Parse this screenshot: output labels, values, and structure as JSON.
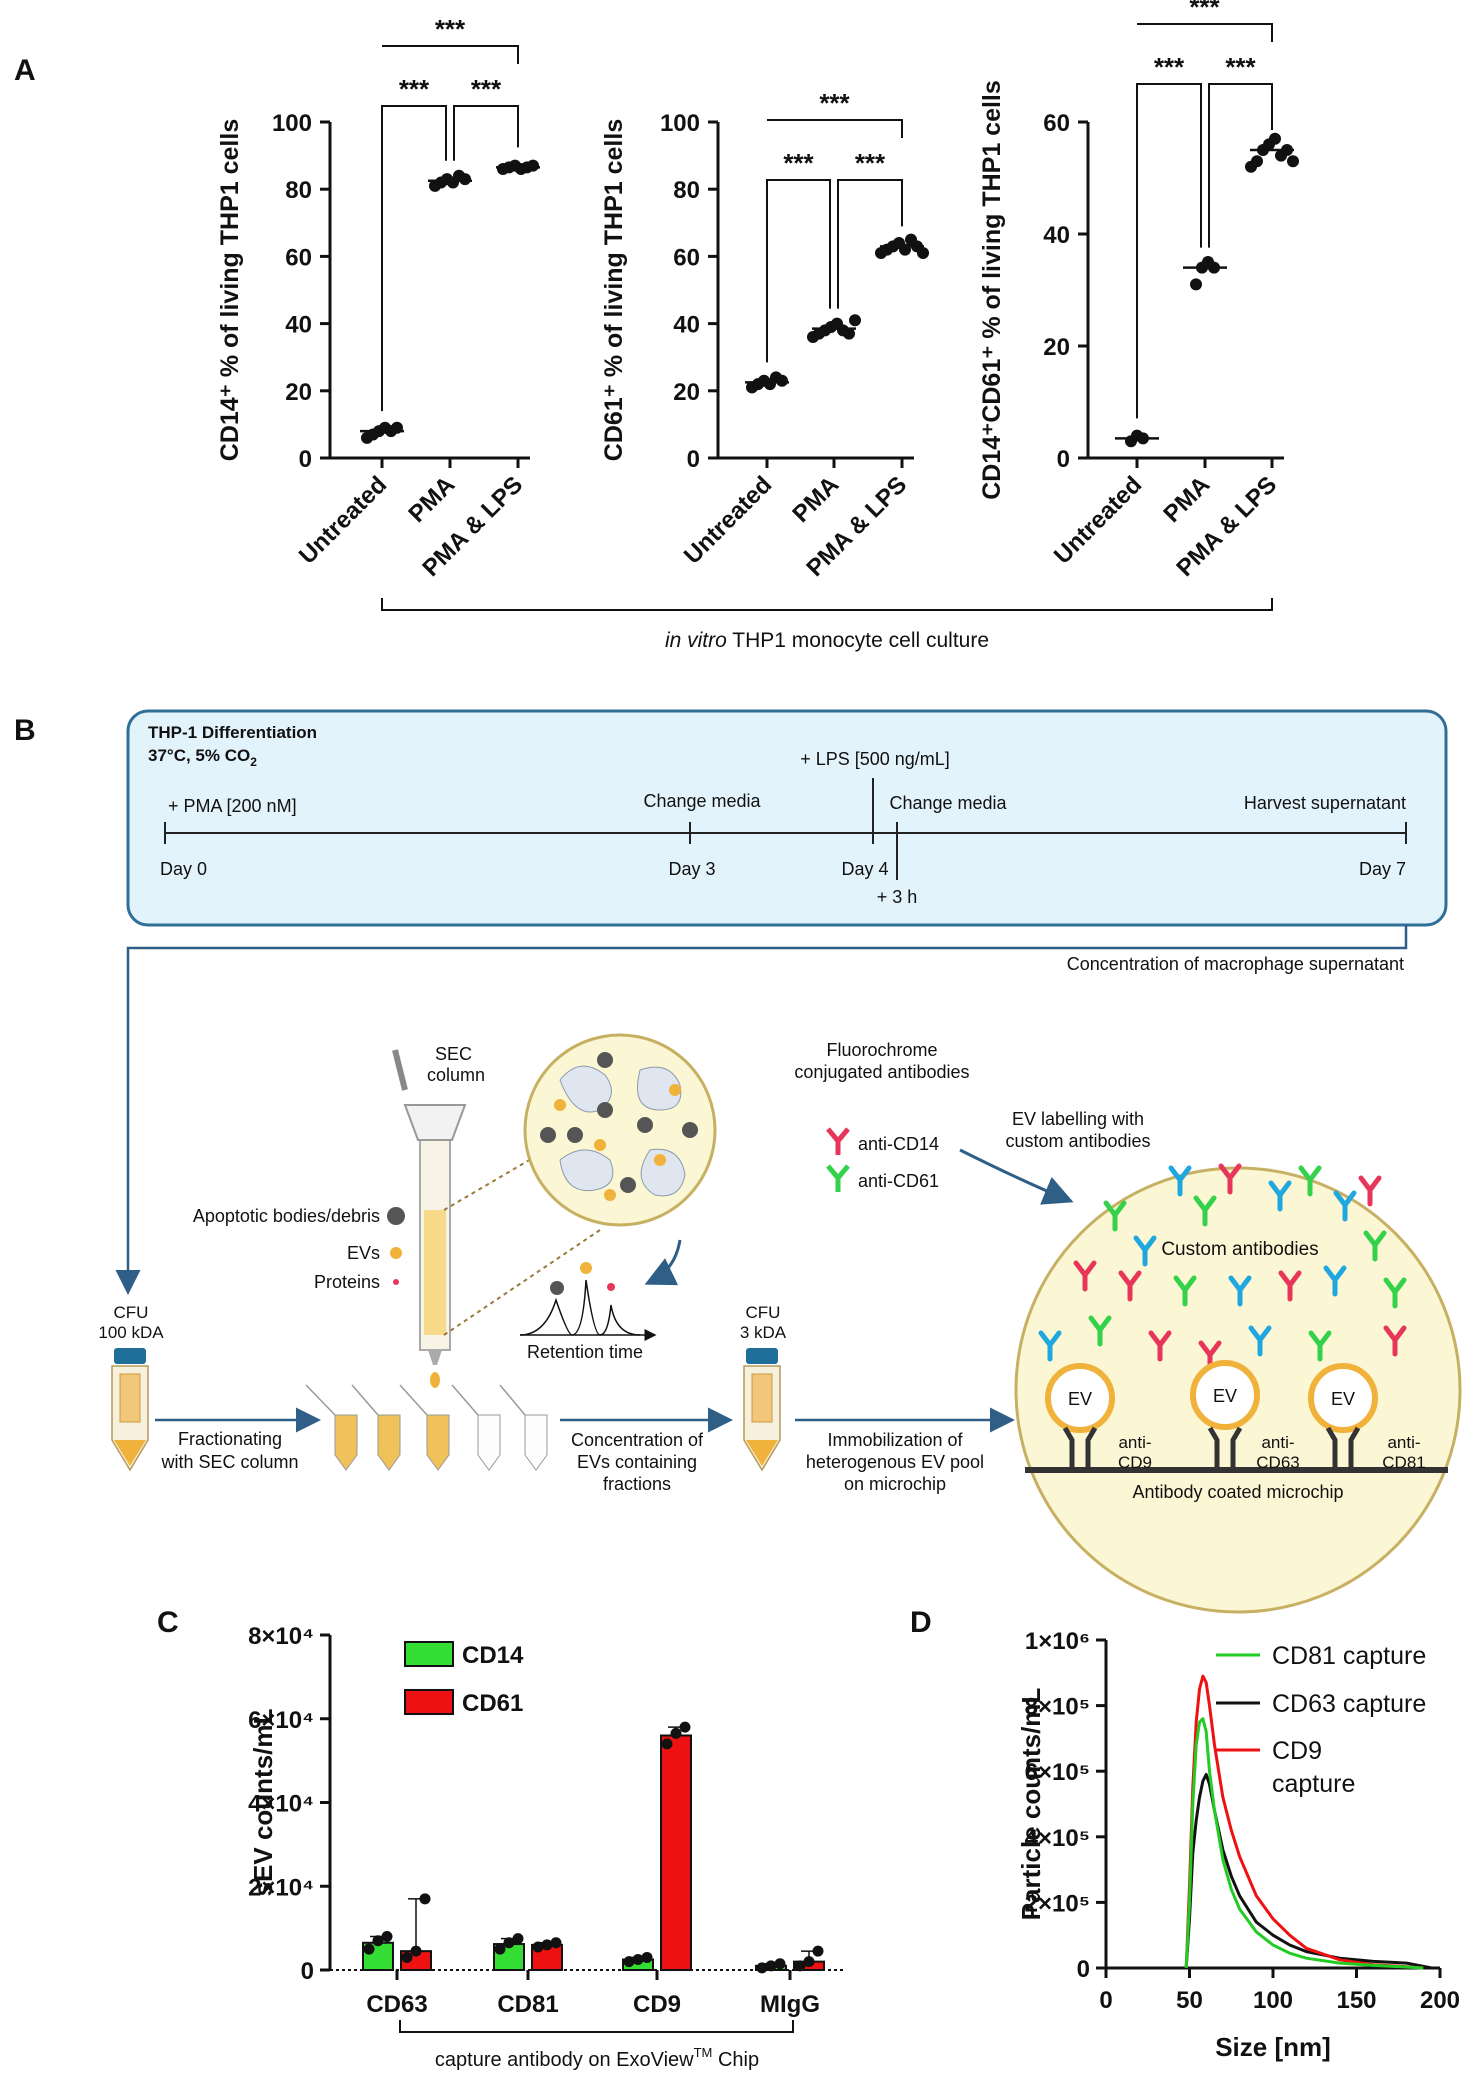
{
  "panel_labels": {
    "a": "A",
    "b": "B",
    "c": "C",
    "d": "D"
  },
  "panel_a": {
    "group_bracket_label_italic": "in vitro",
    "group_bracket_label_rest": " THP1 monocyte cell culture",
    "significance": "***",
    "colors": {
      "points": "#111111"
    }
  },
  "chart_data": [
    {
      "type": "scatter",
      "id": "A1",
      "ylabel": "CD14⁺ % of living THP1 cells",
      "categories": [
        "Untreated",
        "PMA",
        "PMA & LPS"
      ],
      "ylim": [
        0,
        100
      ],
      "yticks": [
        0,
        20,
        40,
        60,
        80,
        100
      ],
      "points": [
        [
          6,
          7,
          8,
          9,
          8,
          9
        ],
        [
          81,
          82,
          83,
          82,
          84,
          83
        ],
        [
          86,
          86.5,
          87,
          86,
          86.5,
          87
        ]
      ],
      "means": [
        8,
        82.5,
        86.5
      ],
      "significance": [
        {
          "from": 0,
          "to": 1,
          "label": "***"
        },
        {
          "from": 1,
          "to": 2,
          "label": "***"
        },
        {
          "from": 0,
          "to": 2,
          "label": "***"
        }
      ]
    },
    {
      "type": "scatter",
      "id": "A2",
      "ylabel": "CD61⁺ % of living THP1 cells",
      "categories": [
        "Untreated",
        "PMA",
        "PMA & LPS"
      ],
      "ylim": [
        0,
        100
      ],
      "yticks": [
        0,
        20,
        40,
        60,
        80,
        100
      ],
      "points": [
        [
          21,
          22,
          23,
          22,
          24,
          23
        ],
        [
          36,
          37,
          38,
          39,
          40,
          38,
          37,
          41
        ],
        [
          61,
          62,
          63,
          64,
          62,
          65,
          63,
          61
        ]
      ],
      "means": [
        22.5,
        38.5,
        63
      ],
      "significance": [
        {
          "from": 0,
          "to": 1,
          "label": "***"
        },
        {
          "from": 1,
          "to": 2,
          "label": "***"
        },
        {
          "from": 0,
          "to": 2,
          "label": "***"
        }
      ]
    },
    {
      "type": "scatter",
      "id": "A3",
      "ylabel": "CD14⁺CD61⁺ % of living THP1 cells",
      "categories": [
        "Untreated",
        "PMA",
        "PMA & LPS"
      ],
      "ylim": [
        0,
        60
      ],
      "yticks": [
        0,
        20,
        40,
        60
      ],
      "points": [
        [
          3,
          4,
          3.5
        ],
        [
          31,
          34,
          35,
          34
        ],
        [
          52,
          53,
          55,
          56,
          57,
          54,
          55,
          53
        ]
      ],
      "means": [
        3.5,
        34,
        55
      ],
      "significance": [
        {
          "from": 0,
          "to": 1,
          "label": "***"
        },
        {
          "from": 1,
          "to": 2,
          "label": "***"
        },
        {
          "from": 0,
          "to": 2,
          "label": "***"
        }
      ]
    },
    {
      "type": "bar",
      "id": "C",
      "ylabel": "sEV counts/mL",
      "categories": [
        "CD63",
        "CD81",
        "CD9",
        "MIgG"
      ],
      "ylim": [
        0,
        80000
      ],
      "ytick_labels": [
        "0",
        "2×10⁴",
        "4×10⁴",
        "6×10⁴",
        "8×10⁴"
      ],
      "series": [
        {
          "name": "CD14",
          "color": "#33dd33",
          "values": [
            6500,
            6200,
            2500,
            1000
          ],
          "points": [
            [
              5000,
              7000,
              8000
            ],
            [
              5000,
              6500,
              7500
            ],
            [
              2000,
              2500,
              3000
            ],
            [
              500,
              1000,
              1500
            ]
          ]
        },
        {
          "name": "CD61",
          "color": "#ee1111",
          "values": [
            4500,
            6000,
            56000,
            2000
          ],
          "points": [
            [
              3000,
              4500,
              17000
            ],
            [
              5500,
              6000,
              6500
            ],
            [
              54000,
              56500,
              58000
            ],
            [
              1000,
              2000,
              4500
            ]
          ]
        }
      ],
      "xlabel": "capture antibody on ExoView",
      "xlabel_sup": "TM",
      "xlabel_after": " Chip"
    },
    {
      "type": "line",
      "id": "D",
      "ylabel": "Particle counts/mL",
      "xlabel": "Size [nm]",
      "xlim": [
        0,
        200
      ],
      "xticks": [
        0,
        50,
        100,
        150,
        200
      ],
      "ylim": [
        0,
        1000000
      ],
      "ytick_labels": [
        "0",
        "2×10⁵",
        "4×10⁵",
        "6×10⁵",
        "8×10⁵",
        "1×10⁶"
      ],
      "series": [
        {
          "name": "CD81 capture",
          "color": "#22cc22",
          "x": [
            48,
            50,
            52,
            54,
            56,
            58,
            60,
            62,
            65,
            70,
            75,
            80,
            90,
            100,
            110,
            120,
            140,
            160,
            180,
            190
          ],
          "y": [
            0,
            200000,
            500000,
            680000,
            750000,
            760000,
            720000,
            600000,
            480000,
            330000,
            240000,
            180000,
            110000,
            70000,
            45000,
            30000,
            15000,
            8000,
            3000,
            0
          ]
        },
        {
          "name": "CD63 capture",
          "color": "#111111",
          "x": [
            48,
            50,
            52,
            54,
            56,
            58,
            60,
            62,
            65,
            70,
            75,
            80,
            90,
            100,
            110,
            120,
            140,
            160,
            180,
            195
          ],
          "y": [
            0,
            150000,
            350000,
            450000,
            520000,
            570000,
            590000,
            560000,
            480000,
            360000,
            280000,
            220000,
            140000,
            100000,
            70000,
            50000,
            30000,
            20000,
            15000,
            0
          ]
        },
        {
          "name": "CD9 capture",
          "color": "#ee1111",
          "x": [
            48,
            50,
            52,
            54,
            56,
            58,
            60,
            62,
            65,
            70,
            75,
            80,
            90,
            100,
            110,
            120,
            140,
            160,
            180,
            190
          ],
          "y": [
            0,
            250000,
            550000,
            750000,
            850000,
            890000,
            870000,
            800000,
            680000,
            520000,
            420000,
            340000,
            220000,
            150000,
            100000,
            60000,
            25000,
            10000,
            4000,
            0
          ]
        }
      ],
      "legend_labels": [
        "CD81 capture",
        "CD63 capture",
        "CD9",
        "capture"
      ]
    }
  ],
  "panel_b": {
    "title": "THP-1 Differentiation",
    "conditions": "37°C, 5% CO",
    "conditions_sub": "2",
    "timeline": {
      "events_above": [
        {
          "label": "+ PMA [200 nM]"
        },
        {
          "label": "Change media"
        },
        {
          "label": "+ LPS [500 ng/mL]"
        },
        {
          "label": "Change media"
        },
        {
          "label": "Harvest supernatant"
        }
      ],
      "days_below": [
        "Day 0",
        "Day 3",
        "Day 4",
        "+ 3 h",
        "Day 7"
      ]
    },
    "concentration_label": "Concentration of macrophage supernatant",
    "sec_column_label": "SEC\ncolumn",
    "legend": {
      "debris": "Apoptotic bodies/debris",
      "evs": "EVs",
      "proteins": "Proteins"
    },
    "retention_time": "Retention time",
    "cfu_100": [
      "CFU",
      "100 kDA"
    ],
    "cfu_3": [
      "CFU",
      "3 kDA"
    ],
    "fractionating": [
      "Fractionating",
      "with SEC column"
    ],
    "concentration_evs": [
      "Concentration of",
      "EVs containing",
      "fractions"
    ],
    "immobilization": [
      "Immobilization of",
      "heterogenous EV pool",
      "on microchip"
    ],
    "fluorochrome": [
      "Fluorochrome",
      "conjugated antibodies"
    ],
    "anti_cd14": "anti-CD14",
    "anti_cd61": "anti-CD61",
    "ev_labelling": [
      "EV labelling with",
      "custom antibodies"
    ],
    "custom_antibodies": "Custom antibodies",
    "ev": "EV",
    "capture_labels": [
      [
        "anti-",
        "CD9"
      ],
      [
        "anti-",
        "CD63"
      ],
      [
        "anti-",
        "CD81"
      ]
    ],
    "chip_label": "Antibody coated microchip",
    "colors": {
      "box_fill": "#e3f3fb",
      "box_stroke": "#2f6f96",
      "arrow": "#2f5f86",
      "ev": "#f0b23a",
      "circle_fill": "#fbf6d4",
      "red_ab": "#e8365a",
      "green_ab": "#33d24a",
      "blue_ab": "#1fa7e0"
    }
  }
}
